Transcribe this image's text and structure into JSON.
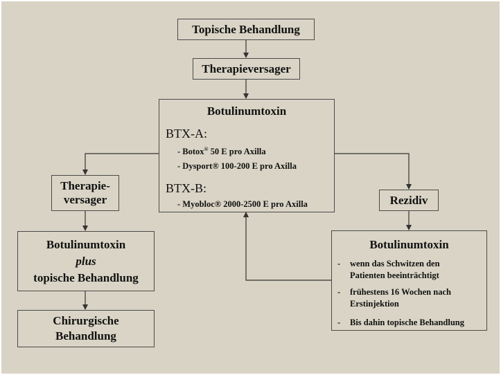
{
  "nodes": {
    "topische": "Topische Behandlung",
    "therapieversager_top": "Therapieversager",
    "botulinum_main": {
      "title": "Botulinumtoxin",
      "btxa_heading": "BTX-A:",
      "btxa_items": [
        {
          "prefix": "- Botox",
          "sup": "®",
          "rest": " 50 E pro Axilla"
        },
        {
          "text": "- Dysport® 100-200 E pro Axilla"
        }
      ],
      "btxb_heading": "BTX-B:",
      "btxb_items": [
        "- Myobloc® 2000-2500 E pro Axilla"
      ]
    },
    "therapieversager_left": {
      "line1": "Therapie-",
      "line2": "versager"
    },
    "rezidiv": "Rezidiv",
    "botulinum_plus": {
      "line1": "Botulinumtoxin",
      "line2": "plus",
      "line3": "topische Behandlung"
    },
    "chirurgische": {
      "line1": "Chirurgische",
      "line2": "Behandlung"
    },
    "botulinum_right": {
      "title": "Botulinumtoxin",
      "bullet": "-",
      "items": [
        [
          "wenn das Schwitzen den",
          "Patienten beeinträchtigt"
        ],
        [
          "frühestens 16 Wochen nach",
          "Erstinjektion"
        ],
        [
          "Bis dahin topische Behandlung"
        ]
      ]
    }
  },
  "colors": {
    "background": "#d8d3c4",
    "box_fill": "#d9d4c5",
    "border": "#4a4a4a",
    "arrow": "#333333"
  }
}
